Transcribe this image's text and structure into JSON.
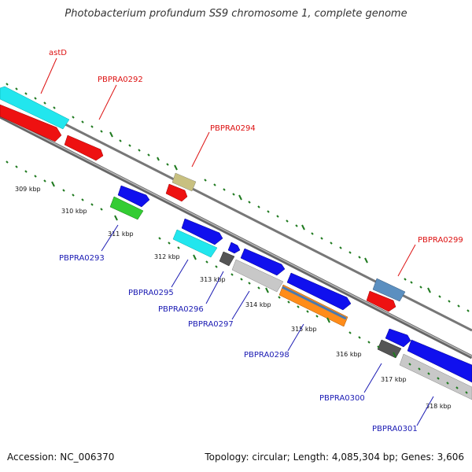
{
  "title": "Photobacterium profundum SS9 chromosome 1, complete genome",
  "footer": {
    "accession": "Accession: NC_006370",
    "summary": "Topology: circular; Length: 4,085,304 bp; Genes: 3,606"
  },
  "scale_labels": [
    "309 kbp",
    "310 kbp",
    "311 kbp",
    "312 kbp",
    "313 kbp",
    "314 kbp",
    "315 kbp",
    "316 kbp",
    "317 kbp",
    "318 kbp"
  ],
  "gene_labels": {
    "astD": "astD",
    "PBPRA0292": "PBPRA0292",
    "PBPRA0294": "PBPRA0294",
    "PBPRA0299": "PBPRA0299",
    "PBPRA0293": "PBPRA0293",
    "PBPRA0295": "PBPRA0295",
    "PBPRA0296": "PBPRA0296",
    "PBPRA0297": "PBPRA0297",
    "PBPRA0298": "PBPRA0298",
    "PBPRA0300": "PBPRA0300",
    "PBPRA0301": "PBPRA0301"
  },
  "colors": {
    "forward_label": "#dd1111",
    "reverse_label": "#1a1ab3",
    "tick": "#1f7a1f",
    "backbone": "#888888"
  }
}
